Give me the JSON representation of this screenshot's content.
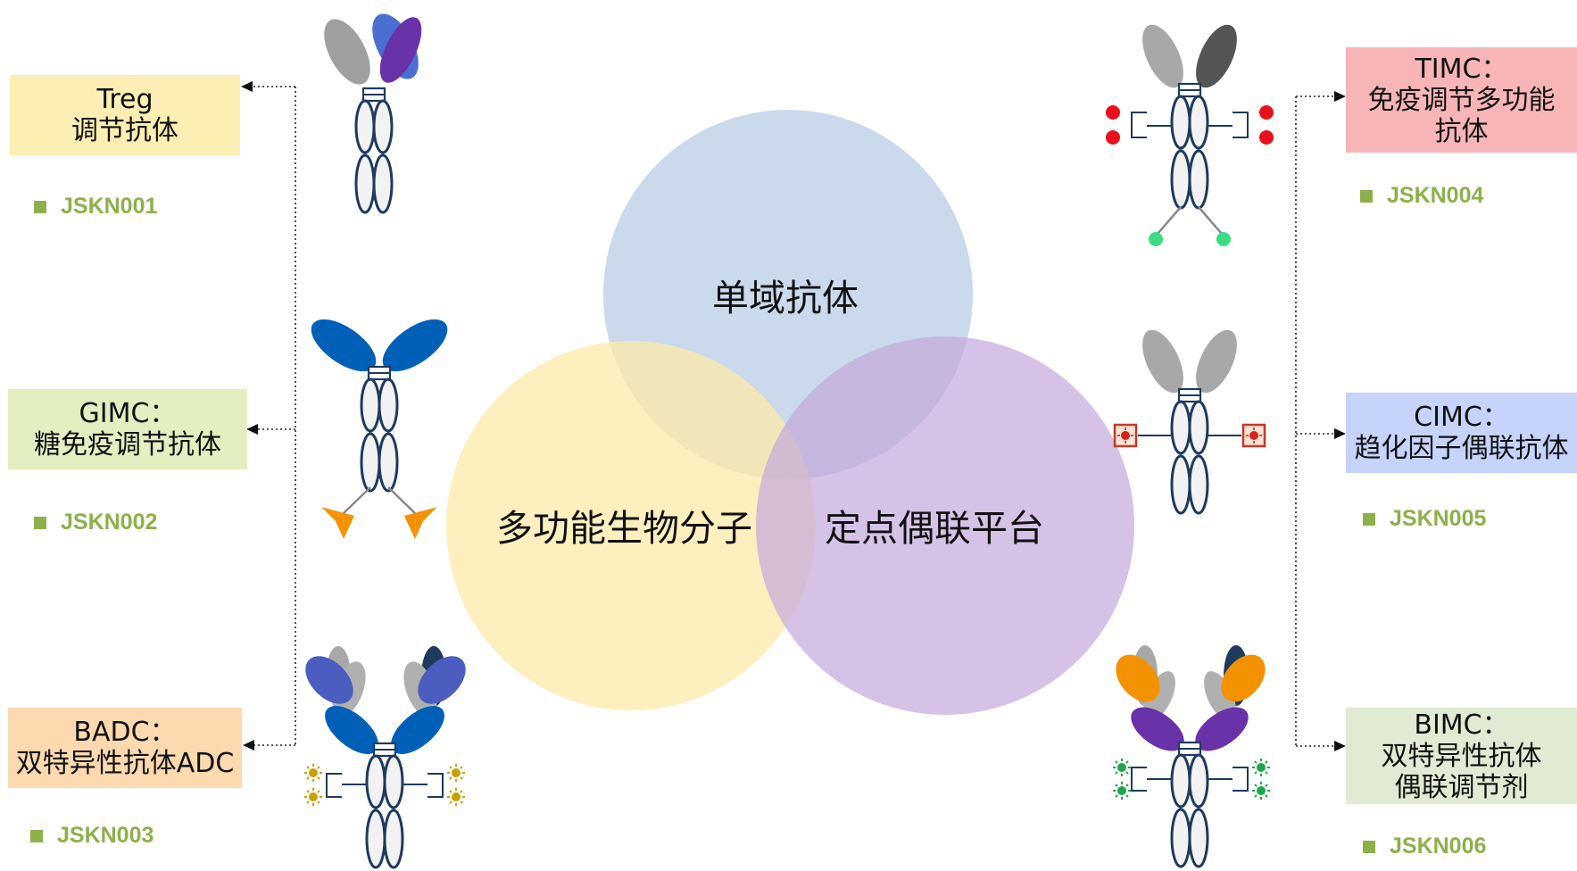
{
  "center": {
    "top_circle": "单域抗体",
    "left_circle": "多功能生物分子",
    "right_circle": "定点偶联平台"
  },
  "left_products": [
    {
      "line1": "Treg",
      "line2": "调节抗体",
      "code": "JSKN001"
    },
    {
      "line1": "GIMC：",
      "line2": "糖免疫调节抗体",
      "code": "JSKN002"
    },
    {
      "line1": "BADC：",
      "line2": "双特异性抗体ADC",
      "code": "JSKN003"
    }
  ],
  "right_products": [
    {
      "line1": "TIMC：",
      "line2": "免疫调节多功能",
      "line3": "抗体",
      "code": "JSKN004"
    },
    {
      "line1": "CIMC：",
      "line2": "趋化因子偶联抗体",
      "code": "JSKN005"
    },
    {
      "line1": "BIMC：",
      "line2": "双特异性抗体",
      "line3": "偶联调节剂",
      "code": "JSKN006"
    }
  ],
  "colors": {
    "top_circle": "#c6d6ea",
    "left_circle": "#fde9a9",
    "right_circle": "#d3bfe3",
    "treg_box": "#fdeeb3",
    "gimc_box": "#e3efc0",
    "badc_box": "#fdd9b0",
    "timc_box": "#f8b5b8",
    "cimc_box": "#c6d3fb",
    "bimc_box": "#e1ebd3",
    "code_green": "#8db04a",
    "antibody_stroke": "#1e3a5f"
  }
}
